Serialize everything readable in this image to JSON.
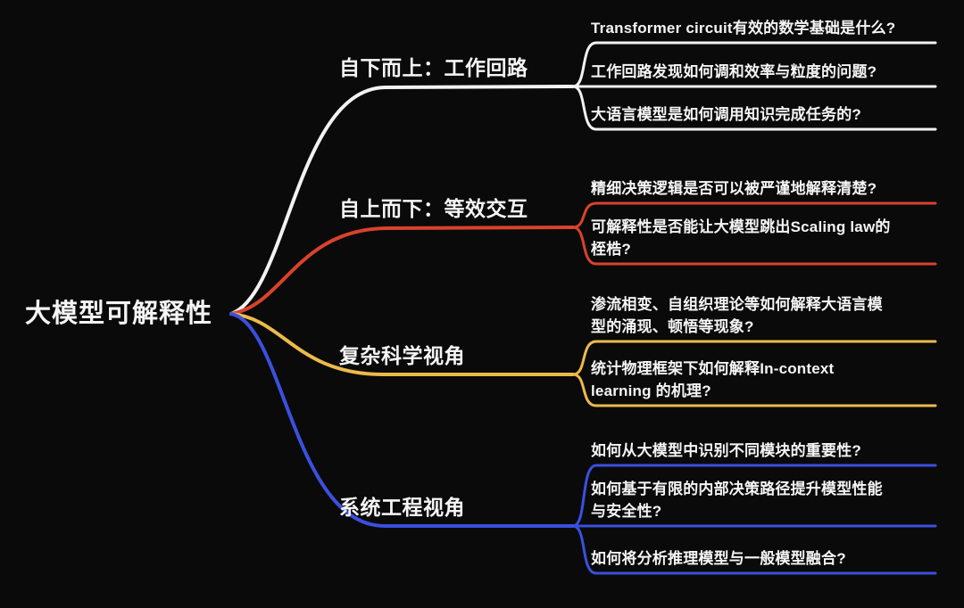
{
  "root": {
    "label": "大模型可解释性"
  },
  "colors": {
    "background": "#0a0a0a",
    "text": "#f5f5f5",
    "white_branch": "#f2f2f2",
    "red_branch": "#d9422c",
    "yellow_branch": "#ecba4a",
    "blue_branch": "#3b50de"
  },
  "branches": [
    {
      "label": "自下而上：工作回路",
      "color": "#f2f2f2",
      "leaves": [
        {
          "text": "Transformer circuit有效的数学基础是什么?"
        },
        {
          "text": "工作回路发现如何调和效率与粒度的问题?"
        },
        {
          "text": "大语言模型是如何调用知识完成任务的?"
        }
      ]
    },
    {
      "label": "自上而下：等效交互",
      "color": "#d9422c",
      "leaves": [
        {
          "text": "精细决策逻辑是否可以被严谨地解释清楚?"
        },
        {
          "text": "可解释性是否能让大模型跳出Scaling law的桎梏?"
        }
      ]
    },
    {
      "label": "复杂科学视角",
      "color": "#ecba4a",
      "leaves": [
        {
          "text": "渗流相变、自组织理论等如何解释大语言模型的涌现、顿悟等现象?"
        },
        {
          "text": "统计物理框架下如何解释In-context learning 的机理?"
        }
      ]
    },
    {
      "label": "系统工程视角",
      "color": "#3b50de",
      "leaves": [
        {
          "text": "如何从大模型中识别不同模块的重要性?"
        },
        {
          "text": "如何基于有限的内部决策路径提升模型性能与安全性?"
        },
        {
          "text": "如何将分析推理模型与一般模型融合?"
        }
      ]
    }
  ]
}
